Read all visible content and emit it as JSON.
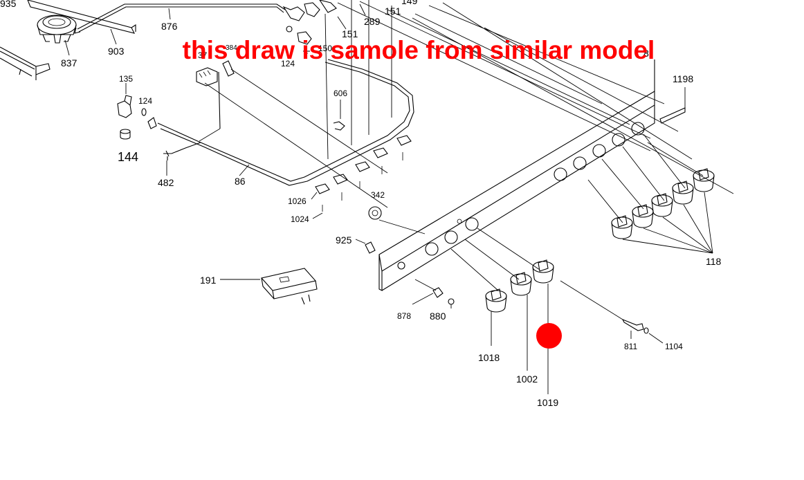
{
  "banner": {
    "text": "this draw is samole from similar model",
    "color": "#ff0000"
  },
  "marker": {
    "color": "#ff0000"
  },
  "labels": {
    "l935": "935",
    "l876": "876",
    "l903": "903",
    "l837": "837",
    "l289": "289",
    "l151a": "151",
    "l151b": "151",
    "l149": "149",
    "l1198": "1198",
    "l135": "135",
    "l124a": "124",
    "l124b": "124",
    "l144": "144",
    "l482": "482",
    "l86": "86",
    "l606": "606",
    "l1026": "1026",
    "l1024": "1024",
    "l342": "342",
    "l925": "925",
    "l191": "191",
    "l878": "878",
    "l880": "880",
    "l1018": "1018",
    "l1002": "1002",
    "l1019": "1019",
    "l811": "811",
    "l1104": "1104",
    "l118": "118",
    "l384": "384",
    "l37": "37",
    "l150": "150",
    "l8": "8"
  }
}
